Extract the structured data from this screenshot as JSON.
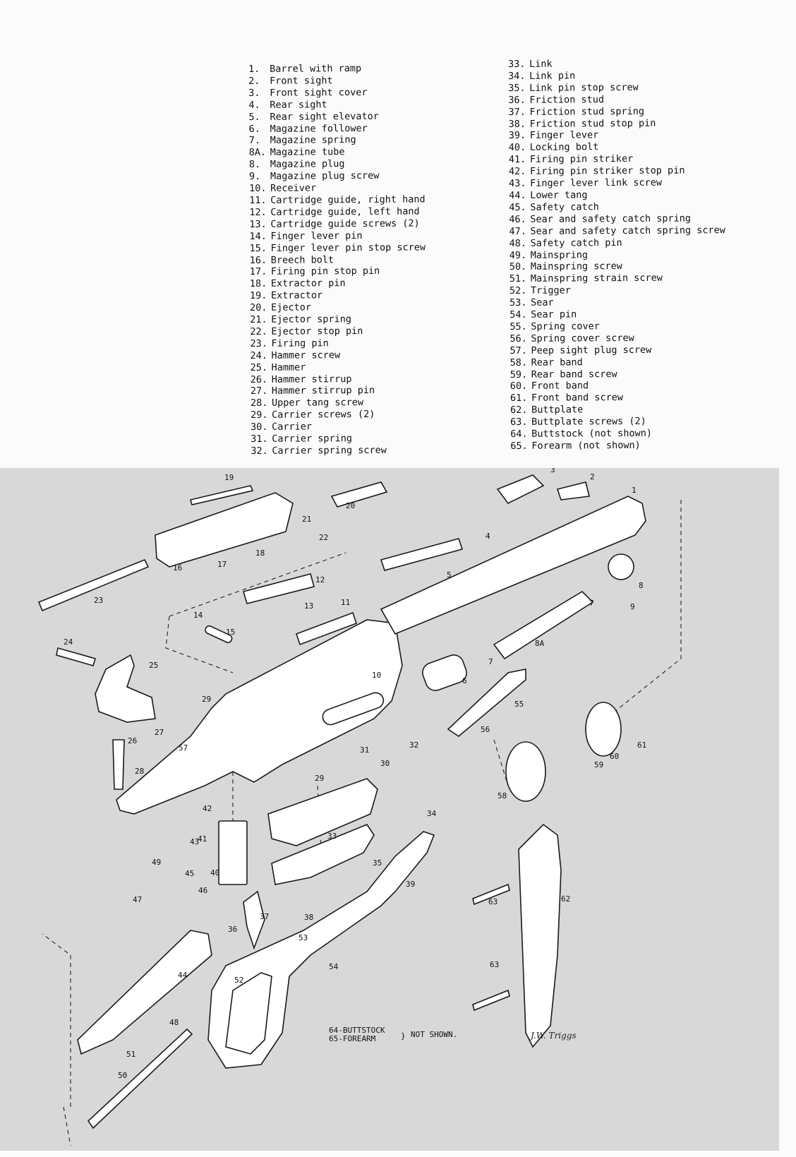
{
  "parts_left": [
    {
      "num": "1.",
      "name": "Barrel with ramp"
    },
    {
      "num": "2.",
      "name": "Front sight"
    },
    {
      "num": "3.",
      "name": "Front sight cover"
    },
    {
      "num": "4.",
      "name": "Rear sight"
    },
    {
      "num": "5.",
      "name": "Rear sight elevator"
    },
    {
      "num": "6.",
      "name": "Magazine follower"
    },
    {
      "num": "7.",
      "name": "Magazine spring"
    },
    {
      "num": "8A.",
      "name": "Magazine tube"
    },
    {
      "num": "8.",
      "name": "Magazine plug"
    },
    {
      "num": "9.",
      "name": "Magazine plug screw"
    },
    {
      "num": "10.",
      "name": "Receiver"
    },
    {
      "num": "11.",
      "name": "Cartridge guide, right hand"
    },
    {
      "num": "12.",
      "name": "Cartridge guide, left hand"
    },
    {
      "num": "13.",
      "name": "Cartridge guide screws (2)"
    },
    {
      "num": "14.",
      "name": "Finger lever pin"
    },
    {
      "num": "15.",
      "name": "Finger lever pin stop screw"
    },
    {
      "num": "16.",
      "name": "Breech bolt"
    },
    {
      "num": "17.",
      "name": "Firing pin stop pin"
    },
    {
      "num": "18.",
      "name": "Extractor pin"
    },
    {
      "num": "19.",
      "name": "Extractor"
    },
    {
      "num": "20.",
      "name": "Ejector"
    },
    {
      "num": "21.",
      "name": "Ejector spring"
    },
    {
      "num": "22.",
      "name": "Ejector stop pin"
    },
    {
      "num": "23.",
      "name": "Firing pin"
    },
    {
      "num": "24.",
      "name": "Hammer screw"
    },
    {
      "num": "25.",
      "name": "Hammer"
    },
    {
      "num": "26.",
      "name": "Hammer stirrup"
    },
    {
      "num": "27.",
      "name": "Hammer stirrup pin"
    },
    {
      "num": "28.",
      "name": "Upper tang screw"
    },
    {
      "num": "29.",
      "name": "Carrier screws (2)"
    },
    {
      "num": "30.",
      "name": "Carrier"
    },
    {
      "num": "31.",
      "name": "Carrier spring"
    },
    {
      "num": "32.",
      "name": "Carrier spring screw"
    }
  ],
  "parts_right": [
    {
      "num": "33.",
      "name": "Link"
    },
    {
      "num": "34.",
      "name": "Link pin"
    },
    {
      "num": "35.",
      "name": "Link pin stop screw"
    },
    {
      "num": "36.",
      "name": "Friction stud"
    },
    {
      "num": "37.",
      "name": "Friction stud spring"
    },
    {
      "num": "38.",
      "name": "Friction stud stop pin"
    },
    {
      "num": "39.",
      "name": "Finger lever"
    },
    {
      "num": "40.",
      "name": "Locking bolt"
    },
    {
      "num": "41.",
      "name": "Firing pin striker"
    },
    {
      "num": "42.",
      "name": "Firing pin striker stop pin"
    },
    {
      "num": "43.",
      "name": "Finger lever link screw"
    },
    {
      "num": "44.",
      "name": "Lower tang"
    },
    {
      "num": "45.",
      "name": "Safety catch"
    },
    {
      "num": "46.",
      "name": "Sear and safety catch spring"
    },
    {
      "num": "47.",
      "name": "Sear and safety catch spring screw"
    },
    {
      "num": "48.",
      "name": "Safety catch pin"
    },
    {
      "num": "49.",
      "name": "Mainspring"
    },
    {
      "num": "50.",
      "name": "Mainspring screw"
    },
    {
      "num": "51.",
      "name": "Mainspring strain screw"
    },
    {
      "num": "52.",
      "name": "Trigger"
    },
    {
      "num": "53.",
      "name": "Sear"
    },
    {
      "num": "54.",
      "name": "Sear pin"
    },
    {
      "num": "55.",
      "name": "Spring cover"
    },
    {
      "num": "56.",
      "name": "Spring cover screw"
    },
    {
      "num": "57.",
      "name": "Peep sight plug screw"
    },
    {
      "num": "58.",
      "name": "Rear band"
    },
    {
      "num": "59.",
      "name": "Rear band screw"
    },
    {
      "num": "60.",
      "name": "Front band"
    },
    {
      "num": "61.",
      "name": "Front band screw"
    },
    {
      "num": "62.",
      "name": "Buttplate"
    },
    {
      "num": "63.",
      "name": "Buttplate screws (2)"
    },
    {
      "num": "64.",
      "name": "Buttstock (not shown)"
    },
    {
      "num": "65.",
      "name": "Forearm (not shown)"
    }
  ],
  "callouts": [
    "1",
    "2",
    "3",
    "4",
    "5",
    "6",
    "7",
    "7",
    "8",
    "8A",
    "9",
    "10",
    "11",
    "12",
    "13",
    "14",
    "15",
    "16",
    "17",
    "18",
    "19",
    "20",
    "21",
    "22",
    "23",
    "24",
    "25",
    "26",
    "27",
    "28",
    "29",
    "29",
    "30",
    "31",
    "32",
    "33",
    "34",
    "35",
    "36",
    "37",
    "38",
    "39",
    "40",
    "41",
    "42",
    "43",
    "44",
    "45",
    "46",
    "47",
    "48",
    "49",
    "50",
    "51",
    "52",
    "53",
    "54",
    "55",
    "56",
    "57",
    "58",
    "59",
    "60",
    "61",
    "62",
    "63",
    "63"
  ],
  "note": {
    "line1": "64-BUTTSTOCK",
    "line2": "65-FOREARM",
    "suffix": "NOT SHOWN."
  },
  "signature": "J.W. Triggs"
}
